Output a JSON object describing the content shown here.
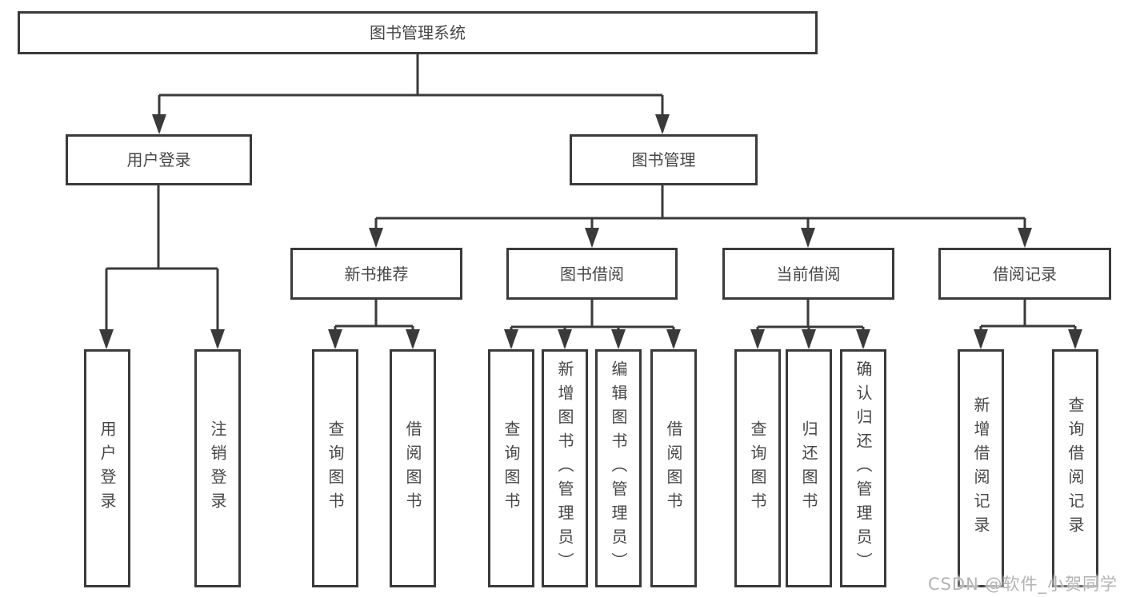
{
  "tree": {
    "label": "图书管理系统",
    "children": [
      {
        "label": "用户登录",
        "children": [
          {
            "label": "用户登录"
          },
          {
            "label": "注销登录"
          }
        ]
      },
      {
        "label": "图书管理",
        "children": [
          {
            "label": "新书推荐",
            "children": [
              {
                "label": "查询图书"
              },
              {
                "label": "借阅图书"
              }
            ]
          },
          {
            "label": "图书借阅",
            "children": [
              {
                "label": "查询图书"
              },
              {
                "label": "新增图书（管理员）"
              },
              {
                "label": "编辑图书（管理员）"
              },
              {
                "label": "借阅图书"
              }
            ]
          },
          {
            "label": "当前借阅",
            "children": [
              {
                "label": "查询图书"
              },
              {
                "label": "归还图书"
              },
              {
                "label": "确认归还（管理员）"
              }
            ]
          },
          {
            "label": "借阅记录",
            "children": [
              {
                "label": "新增借阅记录"
              },
              {
                "label": "查询借阅记录"
              }
            ]
          }
        ]
      }
    ]
  },
  "watermark": "CSDN @软件_小贺同学",
  "colors": {
    "line": "#3a3a3a",
    "box_fill": "#ffffff",
    "text": "#474747",
    "watermark": "#b3b3b3"
  }
}
